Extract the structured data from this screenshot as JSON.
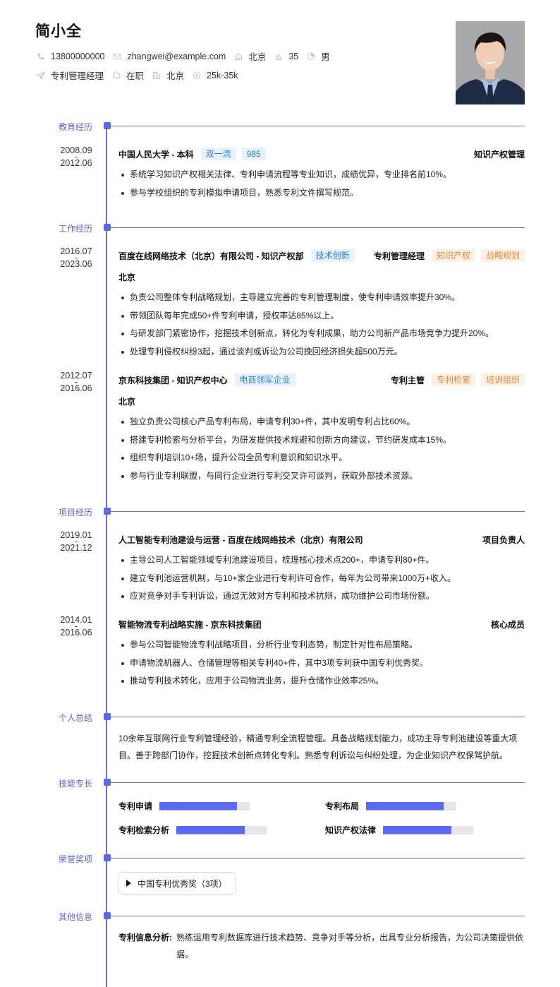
{
  "header": {
    "name": "简小全",
    "contact": [
      {
        "icon": "phone-icon",
        "value": "13800000000"
      },
      {
        "icon": "mail-icon",
        "value": "zhangwei@example.com"
      },
      {
        "icon": "home-icon",
        "value": "北京"
      },
      {
        "icon": "age-icon",
        "value": "35"
      },
      {
        "icon": "gender-icon",
        "value": "男"
      }
    ],
    "job": [
      {
        "icon": "send-icon",
        "value": "专利管理经理"
      },
      {
        "icon": "status-icon",
        "value": "在职"
      },
      {
        "icon": "building-icon",
        "value": "北京"
      },
      {
        "icon": "salary-icon",
        "value": "25k-35k"
      }
    ]
  },
  "sections": {
    "education": "教育经历",
    "work": "工作经历",
    "projects": "项目经历",
    "summary": "个人总结",
    "skills": "技能专长",
    "honors": "荣誉奖项",
    "other": "其他信息"
  },
  "education": [
    {
      "start": "2008.09",
      "sep": "-",
      "end": "2012.06",
      "title": "中国人民大学 - 本科",
      "tags": [
        "双一流",
        "985"
      ],
      "major": "知识产权管理",
      "bullets": [
        "系统学习知识产权相关法律、专利申请流程等专业知识，成绩优异，专业排名前10%。",
        "参与学校组织的专利模拟申请项目，熟悉专利文件撰写规范。"
      ]
    }
  ],
  "work": [
    {
      "start": "2016.07",
      "sep": "-",
      "end": "2023.06",
      "title": "百度在线网络技术（北京）有限公司 - 知识产权部",
      "tags": [
        "技术创新"
      ],
      "role": "专利管理经理",
      "role_tags": [
        "知识产权",
        "战略规划"
      ],
      "city": "北京",
      "bullets": [
        "负责公司整体专利战略规划，主导建立完善的专利管理制度，使专利申请效率提升30%。",
        "带领团队每年完成50+件专利申请，授权率达85%以上。",
        "与研发部门紧密协作，挖掘技术创新点，转化为专利成果，助力公司新产品市场竞争力提升20%。",
        "处理专利侵权纠纷3起，通过谈判或诉讼为公司挽回经济损失超500万元。"
      ]
    },
    {
      "start": "2012.07",
      "sep": "-",
      "end": "2016.06",
      "title": "京东科技集团 - 知识产权中心",
      "tags": [
        "电商领军企业"
      ],
      "role": "专利主管",
      "role_tags": [
        "专利检索",
        "培训组织"
      ],
      "city": "北京",
      "bullets": [
        "独立负责公司核心产品专利布局，申请专利30+件，其中发明专利占比60%。",
        "搭建专利检索与分析平台，为研发提供技术规避和创新方向建议，节约研发成本15%。",
        "组织专利培训10+场，提升公司全员专利意识和知识水平。",
        "参与行业专利联盟，与同行企业进行专利交叉许可谈判，获取外部技术资源。"
      ]
    }
  ],
  "projects": [
    {
      "start": "2019.01",
      "sep": "-",
      "end": "2021.12",
      "title": "人工智能专利池建设与运营 - 百度在线网络技术（北京）有限公司",
      "role": "项目负责人",
      "bullets": [
        "主导公司人工智能领域专利池建设项目，梳理核心技术点200+，申请专利80+件。",
        "建立专利池运营机制，与10+家企业进行专利许可合作，每年为公司带来1000万+收入。",
        "应对竞争对手专利诉讼，通过无效对方专利和技术抗辩，成功维护公司市场份额。"
      ]
    },
    {
      "start": "2014.01",
      "sep": "-",
      "end": "2016.06",
      "title": "智能物流专利战略实施 - 京东科技集团",
      "role": "核心成员",
      "bullets": [
        "参与公司智能物流专利战略项目，分析行业专利态势，制定针对性布局策略。",
        "申请物流机器人、仓储管理等相关专利40+件，其中3项专利获中国专利优秀奖。",
        "推动专利技术转化，应用于公司物流业务，提升仓储作业效率25%。"
      ]
    }
  ],
  "summary": "10余年互联网行业专利管理经验，精通专利全流程管理。具备战略规划能力，成功主导专利池建设等重大项目。善于跨部门协作，挖掘技术创新点转化专利。熟悉专利诉讼与纠纷处理，为企业知识产权保驾护航。",
  "skills": [
    {
      "name": "专利申请",
      "level": 90
    },
    {
      "name": "专利布局",
      "level": 90
    },
    {
      "name": "专利检索分析",
      "level": 80
    },
    {
      "name": "知识产权法律",
      "level": 80
    }
  ],
  "honors": [
    {
      "label": "中国专利优秀奖（3项）"
    }
  ],
  "other": [
    {
      "key": "专利信息分析:",
      "value": "熟练运用专利数据库进行技术趋势、竞争对手等分析，出具专业分析报告，为公司决策提供依据。"
    }
  ],
  "colors": {
    "accent": "#5b63d6",
    "timeline": "#6b70cf",
    "bar_fill": "#5b6af0",
    "bar_track": "#e5e5ea",
    "tag_blue_bg": "#e8f2fd",
    "tag_blue_text": "#2f7fd8",
    "tag_orange_bg": "#fdf1e6",
    "tag_orange_text": "#e08a3c"
  }
}
